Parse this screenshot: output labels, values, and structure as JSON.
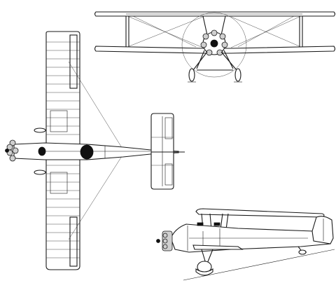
{
  "drawing": {
    "subject": "biplane",
    "views": [
      "front-view",
      "top-view",
      "side-view"
    ]
  }
}
